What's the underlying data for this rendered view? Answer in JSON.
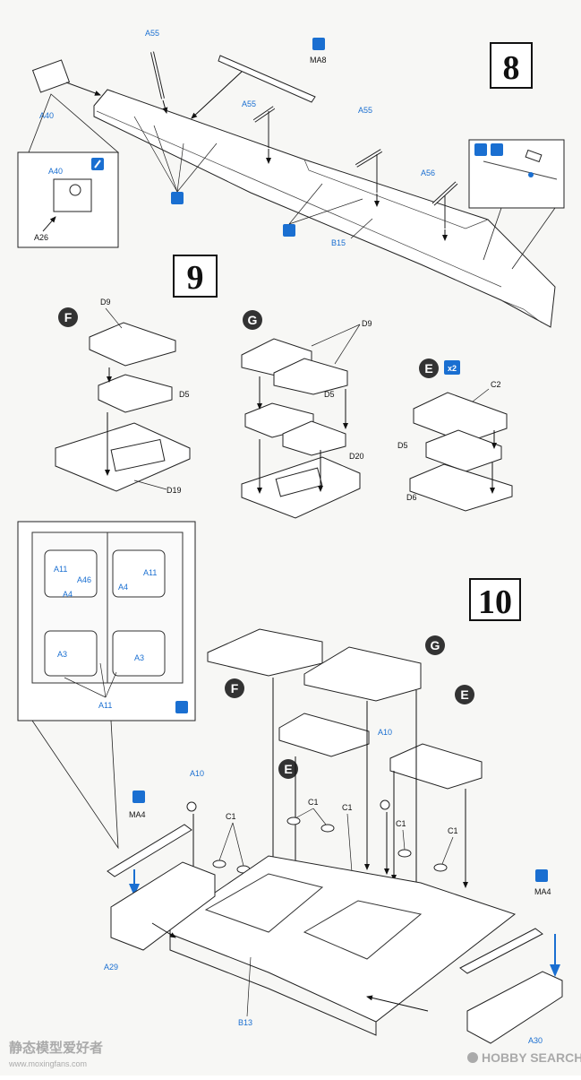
{
  "steps": {
    "s8": "8",
    "s9": "9",
    "s10": "10"
  },
  "subassembly_letters": {
    "f": "F",
    "g": "G",
    "e": "E"
  },
  "multiplier": "x2",
  "parts": {
    "A55": "A55",
    "MA8": "MA8",
    "A40": "A40",
    "A26": "A26",
    "A56": "A56",
    "B15": "B15",
    "D9": "D9",
    "D5": "D5",
    "D19": "D19",
    "D20": "D20",
    "C2": "C2",
    "D6": "D6",
    "A11": "A11",
    "A46": "A46",
    "A4": "A4",
    "A3": "A3",
    "A10": "A10",
    "C1": "C1",
    "MA4": "MA4",
    "A29": "A29",
    "B13": "B13",
    "A30": "A30"
  },
  "watermark": {
    "cn": "静态模型爱好者",
    "url": "www.moxingfans.com",
    "brand": "HOBBY SEARCH"
  },
  "colors": {
    "blue_label": "#1a6fd1",
    "icon_blue": "#1a6fd1",
    "line": "#222222"
  }
}
